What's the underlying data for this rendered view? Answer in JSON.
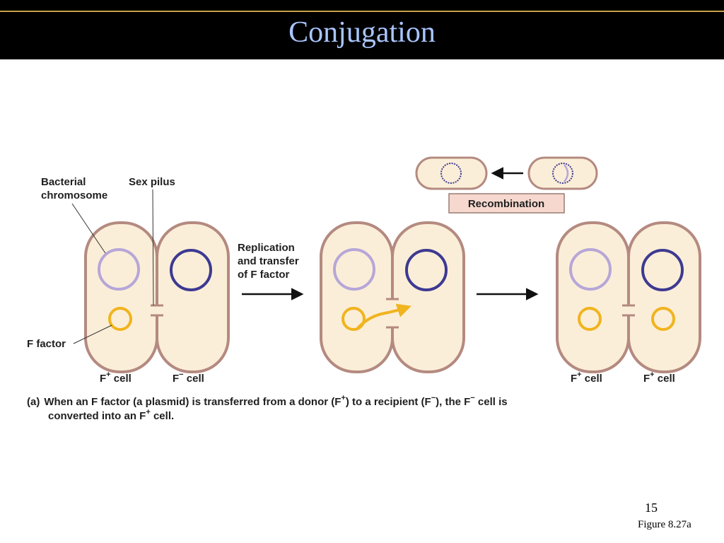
{
  "slide": {
    "title": "Conjugation",
    "number": "15",
    "figure_ref": "Figure 8.27a"
  },
  "labels": {
    "bacterial_line1": "Bacterial",
    "bacterial_line2": "chromosome",
    "sex_pilus": "Sex pilus",
    "f_factor": "F factor",
    "replication_line1": "Replication",
    "replication_line2": "and transfer",
    "replication_line3": "of F factor",
    "recombination": "Recombination"
  },
  "cell_labels": {
    "f_plus_base": "F",
    "f_plus_sup": "+",
    "f_minus_base": "F",
    "f_minus_sup": "−",
    "cell_word": " cell"
  },
  "caption": {
    "part": "(a)",
    "seg1": "When an F factor (a plasmid) is transferred from a donor (F",
    "sup1": "+",
    "seg2": ") to a recipient (F",
    "sup2": "−",
    "seg3": "), the F",
    "sup3": "−",
    "seg4": " cell is",
    "line2_seg1": "converted into an F",
    "line2_sup": "+",
    "line2_seg2": " cell."
  },
  "colors": {
    "cell_fill": "#fbeed8",
    "cell_outline": "#b48a80",
    "donor_chromosome": "#b6a6d8",
    "recipient_chromosome": "#3d3a92",
    "f_factor": "#f0b41e",
    "recombination_box": "#f6d8cf",
    "title": "#a9c5ff"
  }
}
